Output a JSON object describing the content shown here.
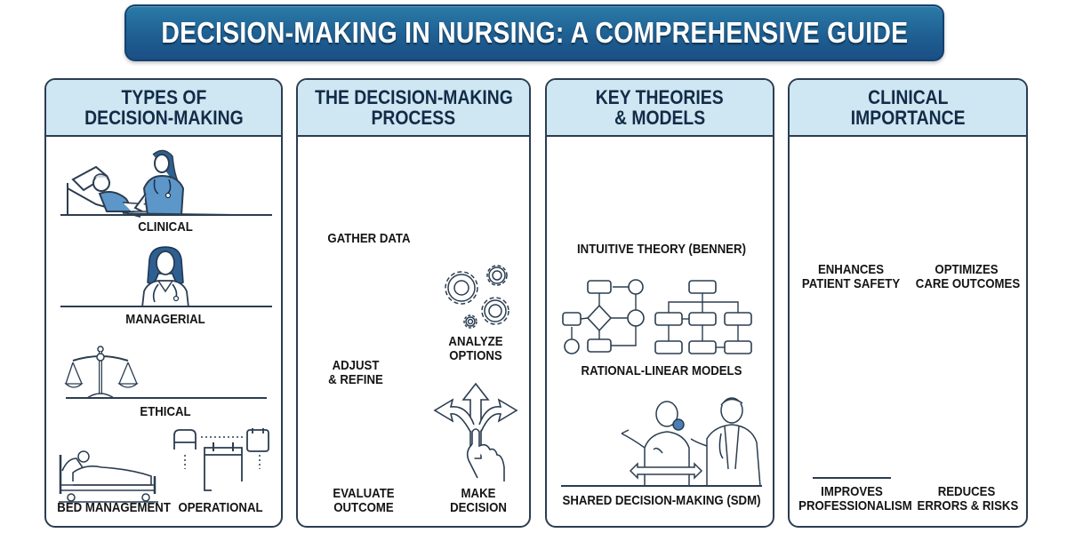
{
  "header": {
    "title": "DECISION-MAKING IN NURSING: A COMPREHENSIVE GUIDE"
  },
  "colors": {
    "title_bar": "#1f5f92",
    "panel_header": "#cfe6f3",
    "panel_border": "#2b3d50",
    "heading_text": "#122c47",
    "accent_blue": "#4a7fb5"
  },
  "panels": [
    {
      "title_lines": [
        "TYPES OF",
        "DECISION-MAKING"
      ],
      "items": [
        {
          "label": "CLINICAL",
          "icon": "nurse-with-patient-icon"
        },
        {
          "label": "MANAGERIAL",
          "icon": "nurse-manager-icon"
        },
        {
          "label": "ETHICAL",
          "icon": "scales-of-justice-icon"
        },
        {
          "label": "BED MANAGEMENT",
          "icon": "hospital-bed-icon"
        },
        {
          "label": "OPERATIONAL",
          "icon": "calendar-schedule-icon"
        }
      ]
    },
    {
      "title_lines": [
        "THE DECISION-MAKING",
        "PROCESS"
      ],
      "steps": [
        {
          "lines": [
            "GATHER DATA"
          ]
        },
        {
          "lines": [
            "ANALYZE",
            "OPTIONS"
          ],
          "icon": "gears-icon"
        },
        {
          "lines": [
            "ADJUST",
            "& REFINE"
          ]
        },
        {
          "lines": [
            "MAKE",
            "DECISION"
          ],
          "icon": "branching-arrows-hand-icon"
        },
        {
          "lines": [
            "EVALUATE",
            "OUTCOME"
          ]
        }
      ]
    },
    {
      "title_lines": [
        "KEY THEORIES",
        "& MODELS"
      ],
      "items": [
        {
          "label": "INTUITIVE THEORY (BENNER)"
        },
        {
          "label": "RATIONAL-LINEAR MODELS",
          "icon": "flowchart-icon"
        },
        {
          "label": "SHARED DECISION-MAKING (SDM)",
          "icon": "nurse-doctor-discussion-icon"
        }
      ]
    },
    {
      "title_lines": [
        "CLINICAL",
        "IMPORTANCE"
      ],
      "items": [
        {
          "lines": [
            "ENHANCES",
            "PATIENT SAFETY"
          ]
        },
        {
          "lines": [
            "OPTIMIZES",
            "CARE OUTCOMES"
          ]
        },
        {
          "lines": [
            "IMPROVES",
            "PROFESSIONALISM"
          ]
        },
        {
          "lines": [
            "REDUCES",
            "ERRORS & RISKS"
          ]
        }
      ]
    }
  ]
}
